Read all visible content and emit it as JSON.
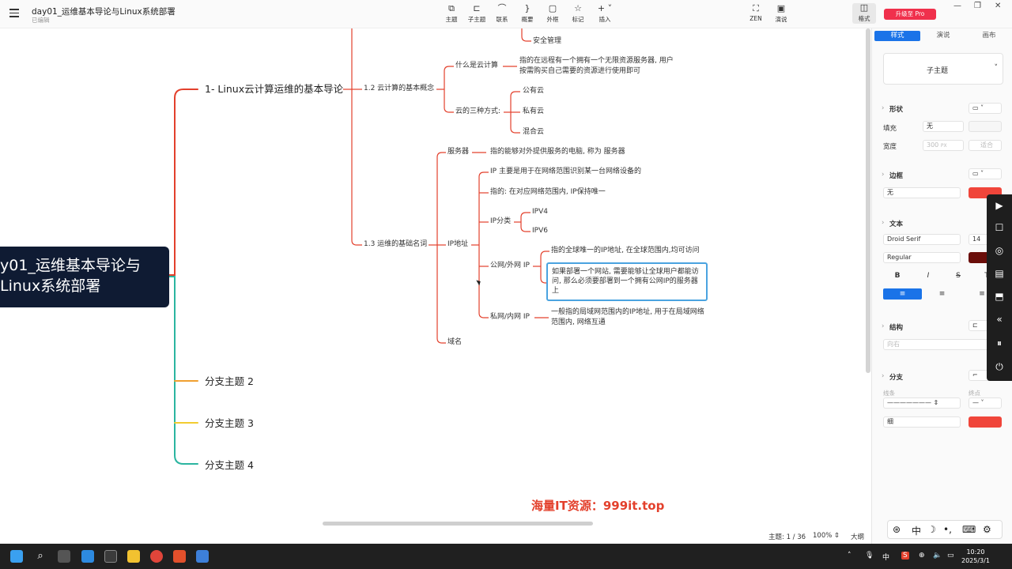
{
  "titlebar": {
    "doc_title": "day01_运维基本导论与Linux系统部署",
    "doc_status": "已编辑",
    "tools": [
      {
        "icon": "topic-icon",
        "label": "主题"
      },
      {
        "icon": "subtopic-icon",
        "label": "子主题"
      },
      {
        "icon": "relation-icon",
        "label": "联系"
      },
      {
        "icon": "summary-icon",
        "label": "概要"
      },
      {
        "icon": "boundary-icon",
        "label": "外框"
      },
      {
        "icon": "marker-icon",
        "label": "标记"
      },
      {
        "icon": "insert-icon",
        "label": "插入"
      },
      {
        "icon": "zen-icon",
        "label": "ZEN"
      },
      {
        "icon": "present-icon",
        "label": "演说"
      },
      {
        "icon": "format-icon",
        "label": "格式"
      }
    ],
    "upgrade_label": "升级至 Pro"
  },
  "mindmap": {
    "root": "y01_运维基本导论与\nLinux系统部署",
    "branch1": "1- Linux云计算运维的基本导论",
    "branch2": "分支主题 2",
    "branch3": "分支主题 3",
    "branch4": "分支主题 4",
    "security": "安全管理",
    "concept": "1.2 云计算的基本概念",
    "what_is_cloud": "什么是云计算",
    "what_is_cloud_desc": "指的在远程有一个拥有一个无限资源服务器, 用户按需购买自己需要的资源进行使用即可",
    "cloud_types": "云的三种方式:",
    "public_cloud": "公有云",
    "private_cloud": "私有云",
    "hybrid_cloud": "混合云",
    "basic_terms": "1.3 运维的基础名词",
    "server": "服务器",
    "server_desc": "指的能够对外提供服务的电脑, 称为 服务器",
    "ip": "IP地址",
    "ip_desc1": "IP 主要是用于在网络范围识别某一台网络设备的",
    "ip_desc2": "指的: 在对应网络范围内, IP保持唯一",
    "ip_class": "IP分类",
    "ipv4": "IPV4",
    "ipv6": "IPV6",
    "public_ip": "公网/外网 IP",
    "public_ip_desc": "指的全球唯一的IP地址, 在全球范围内,均可访问",
    "public_ip_note": "如果部署一个网站, 需要能够让全球用户都能访问, 那么必须要部署到一个拥有公网IP的服务器上",
    "private_ip": "私网/内网 IP",
    "private_ip_desc": "一般指的局域网范围内的IP地址, 用于在局域网络范围内, 网络互通",
    "domain": "域名",
    "watermark": "海量IT资源：999it.top"
  },
  "statusbar": {
    "topic_count": "主题: 1 / 36",
    "zoom": "100%",
    "outline": "大纲"
  },
  "panel": {
    "tabs": [
      "样式",
      "演说",
      "画布"
    ],
    "style_select": "子主题",
    "shape_label": "形状",
    "fill_label": "填充",
    "fill_value": "无",
    "width_label": "宽度",
    "width_value": "300",
    "width_unit": "PX",
    "width_fit": "适合",
    "border_label": "边框",
    "border_value": "无",
    "text_label": "文本",
    "font_family": "Droid Serif",
    "font_size": "14",
    "font_weight": "Regular",
    "structure_label": "结构",
    "structure_value": "向右",
    "branch_label": "分支",
    "line_label": "线条",
    "endpoint_label": "终点",
    "thickness_value": "细",
    "colors": {
      "border": "#f0453a",
      "text": "#6a0e0a",
      "branch": "#f0453a",
      "accent": "#1a73e8"
    }
  },
  "taskbar": {
    "time": "10:20",
    "date": "2025/3/1",
    "ime_lang": "中"
  }
}
